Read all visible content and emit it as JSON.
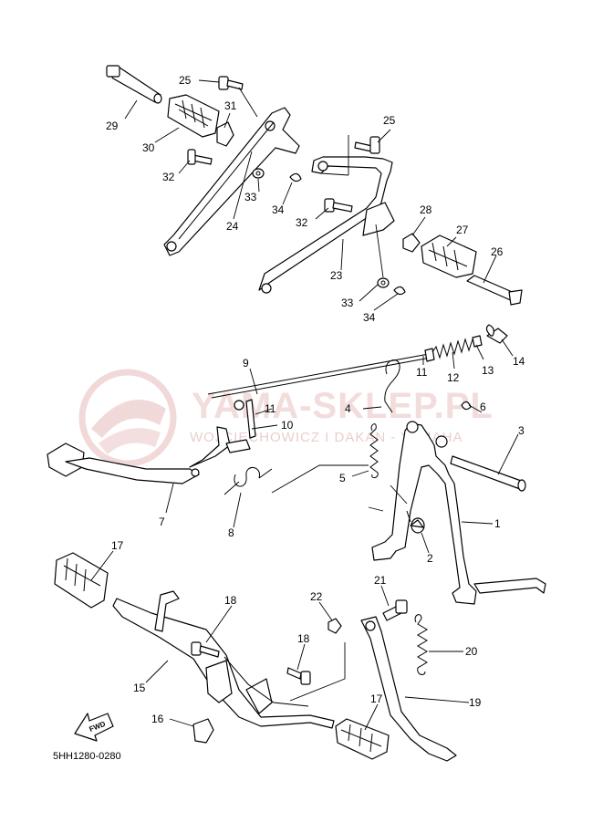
{
  "watermark": {
    "main": "YAMA-SKLEP.PL",
    "sub": "WOJCIECHOWICZ I DAKAN - YAMAHA"
  },
  "diagram_code": "5HH1280-0280",
  "fwd_label": "FWD",
  "colors": {
    "watermark": "#e8c0c0",
    "ink": "#000000"
  },
  "callouts": [
    {
      "id": "29",
      "label": "29"
    },
    {
      "id": "25a",
      "label": "25"
    },
    {
      "id": "31",
      "label": "31"
    },
    {
      "id": "30",
      "label": "30"
    },
    {
      "id": "32a",
      "label": "32"
    },
    {
      "id": "33a",
      "label": "33"
    },
    {
      "id": "34a",
      "label": "34"
    },
    {
      "id": "24",
      "label": "24"
    },
    {
      "id": "25b",
      "label": "25"
    },
    {
      "id": "32b",
      "label": "32"
    },
    {
      "id": "28",
      "label": "28"
    },
    {
      "id": "27",
      "label": "27"
    },
    {
      "id": "26",
      "label": "26"
    },
    {
      "id": "23",
      "label": "23"
    },
    {
      "id": "33b",
      "label": "33"
    },
    {
      "id": "34b",
      "label": "34"
    },
    {
      "id": "9",
      "label": "9"
    },
    {
      "id": "11a",
      "label": "11"
    },
    {
      "id": "12",
      "label": "12"
    },
    {
      "id": "13",
      "label": "13"
    },
    {
      "id": "14",
      "label": "14"
    },
    {
      "id": "11b",
      "label": "11"
    },
    {
      "id": "10",
      "label": "10"
    },
    {
      "id": "4",
      "label": "4"
    },
    {
      "id": "6",
      "label": "6"
    },
    {
      "id": "3",
      "label": "3"
    },
    {
      "id": "5",
      "label": "5"
    },
    {
      "id": "7",
      "label": "7"
    },
    {
      "id": "8",
      "label": "8"
    },
    {
      "id": "1",
      "label": "1"
    },
    {
      "id": "2",
      "label": "2"
    },
    {
      "id": "17a",
      "label": "17"
    },
    {
      "id": "21",
      "label": "21"
    },
    {
      "id": "18a",
      "label": "18"
    },
    {
      "id": "22",
      "label": "22"
    },
    {
      "id": "20",
      "label": "20"
    },
    {
      "id": "18b",
      "label": "18"
    },
    {
      "id": "15",
      "label": "15"
    },
    {
      "id": "19",
      "label": "19"
    },
    {
      "id": "17b",
      "label": "17"
    },
    {
      "id": "16",
      "label": "16"
    }
  ]
}
